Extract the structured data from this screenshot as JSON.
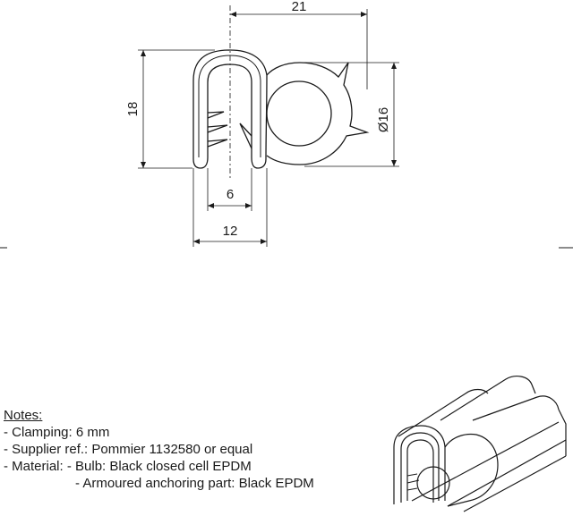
{
  "dimensions": {
    "width_top": "21",
    "height_left": "18",
    "diameter": "Ø16",
    "clamp_gap": "6",
    "base_width": "12"
  },
  "notes": {
    "title": "Notes:",
    "clamping": "- Clamping: 6 mm",
    "supplier": "- Supplier ref.: Pommier 1132580 or equal",
    "material": "- Material: - Bulb: Black closed cell EPDM",
    "armoured": "- Armoured anchoring part: Black EPDM"
  }
}
